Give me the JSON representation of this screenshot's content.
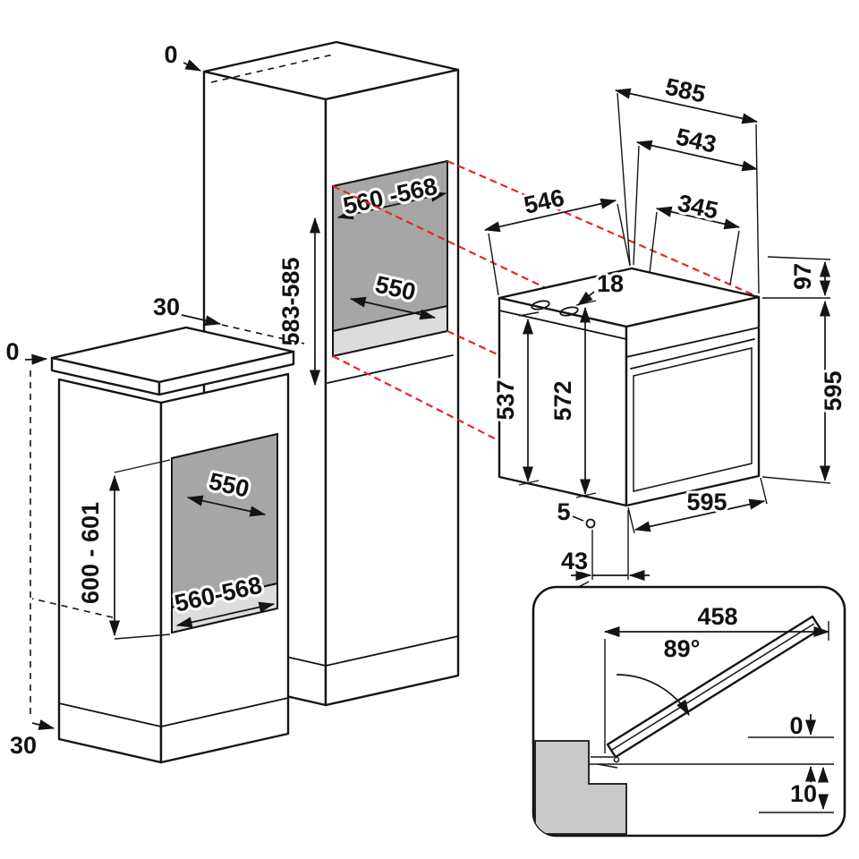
{
  "title": "Built-in oven installation dimensions diagram",
  "colors": {
    "line": "#141414",
    "alignment_red": "#e4281f",
    "niche_back": "#a6a6a6",
    "niche_floor": "#dcdcdc",
    "section_gray": "#c9c9c9"
  },
  "tall_cabinet": {
    "top_gap": "0",
    "niche_width": "560 -568",
    "niche_height": "583-585",
    "niche_depth": "550",
    "rear_gap": "30"
  },
  "base_cabinet": {
    "top_gap": "0",
    "niche_depth": "550",
    "niche_height": "600 - 601",
    "niche_width": "560-568",
    "rear_gap": "30"
  },
  "oven": {
    "depth_total": "585",
    "depth_543": "543",
    "depth_546": "546",
    "dim_345": "345",
    "dim_18": "18",
    "panel_97": "97",
    "dim_537": "537",
    "dim_572": "572",
    "height_595": "595",
    "width_595": "595",
    "gap_5": "5",
    "hinge_43": "43"
  },
  "door_detail": {
    "width_458": "458",
    "angle": "89°",
    "gap_0": "0",
    "clearance_10": "10"
  }
}
